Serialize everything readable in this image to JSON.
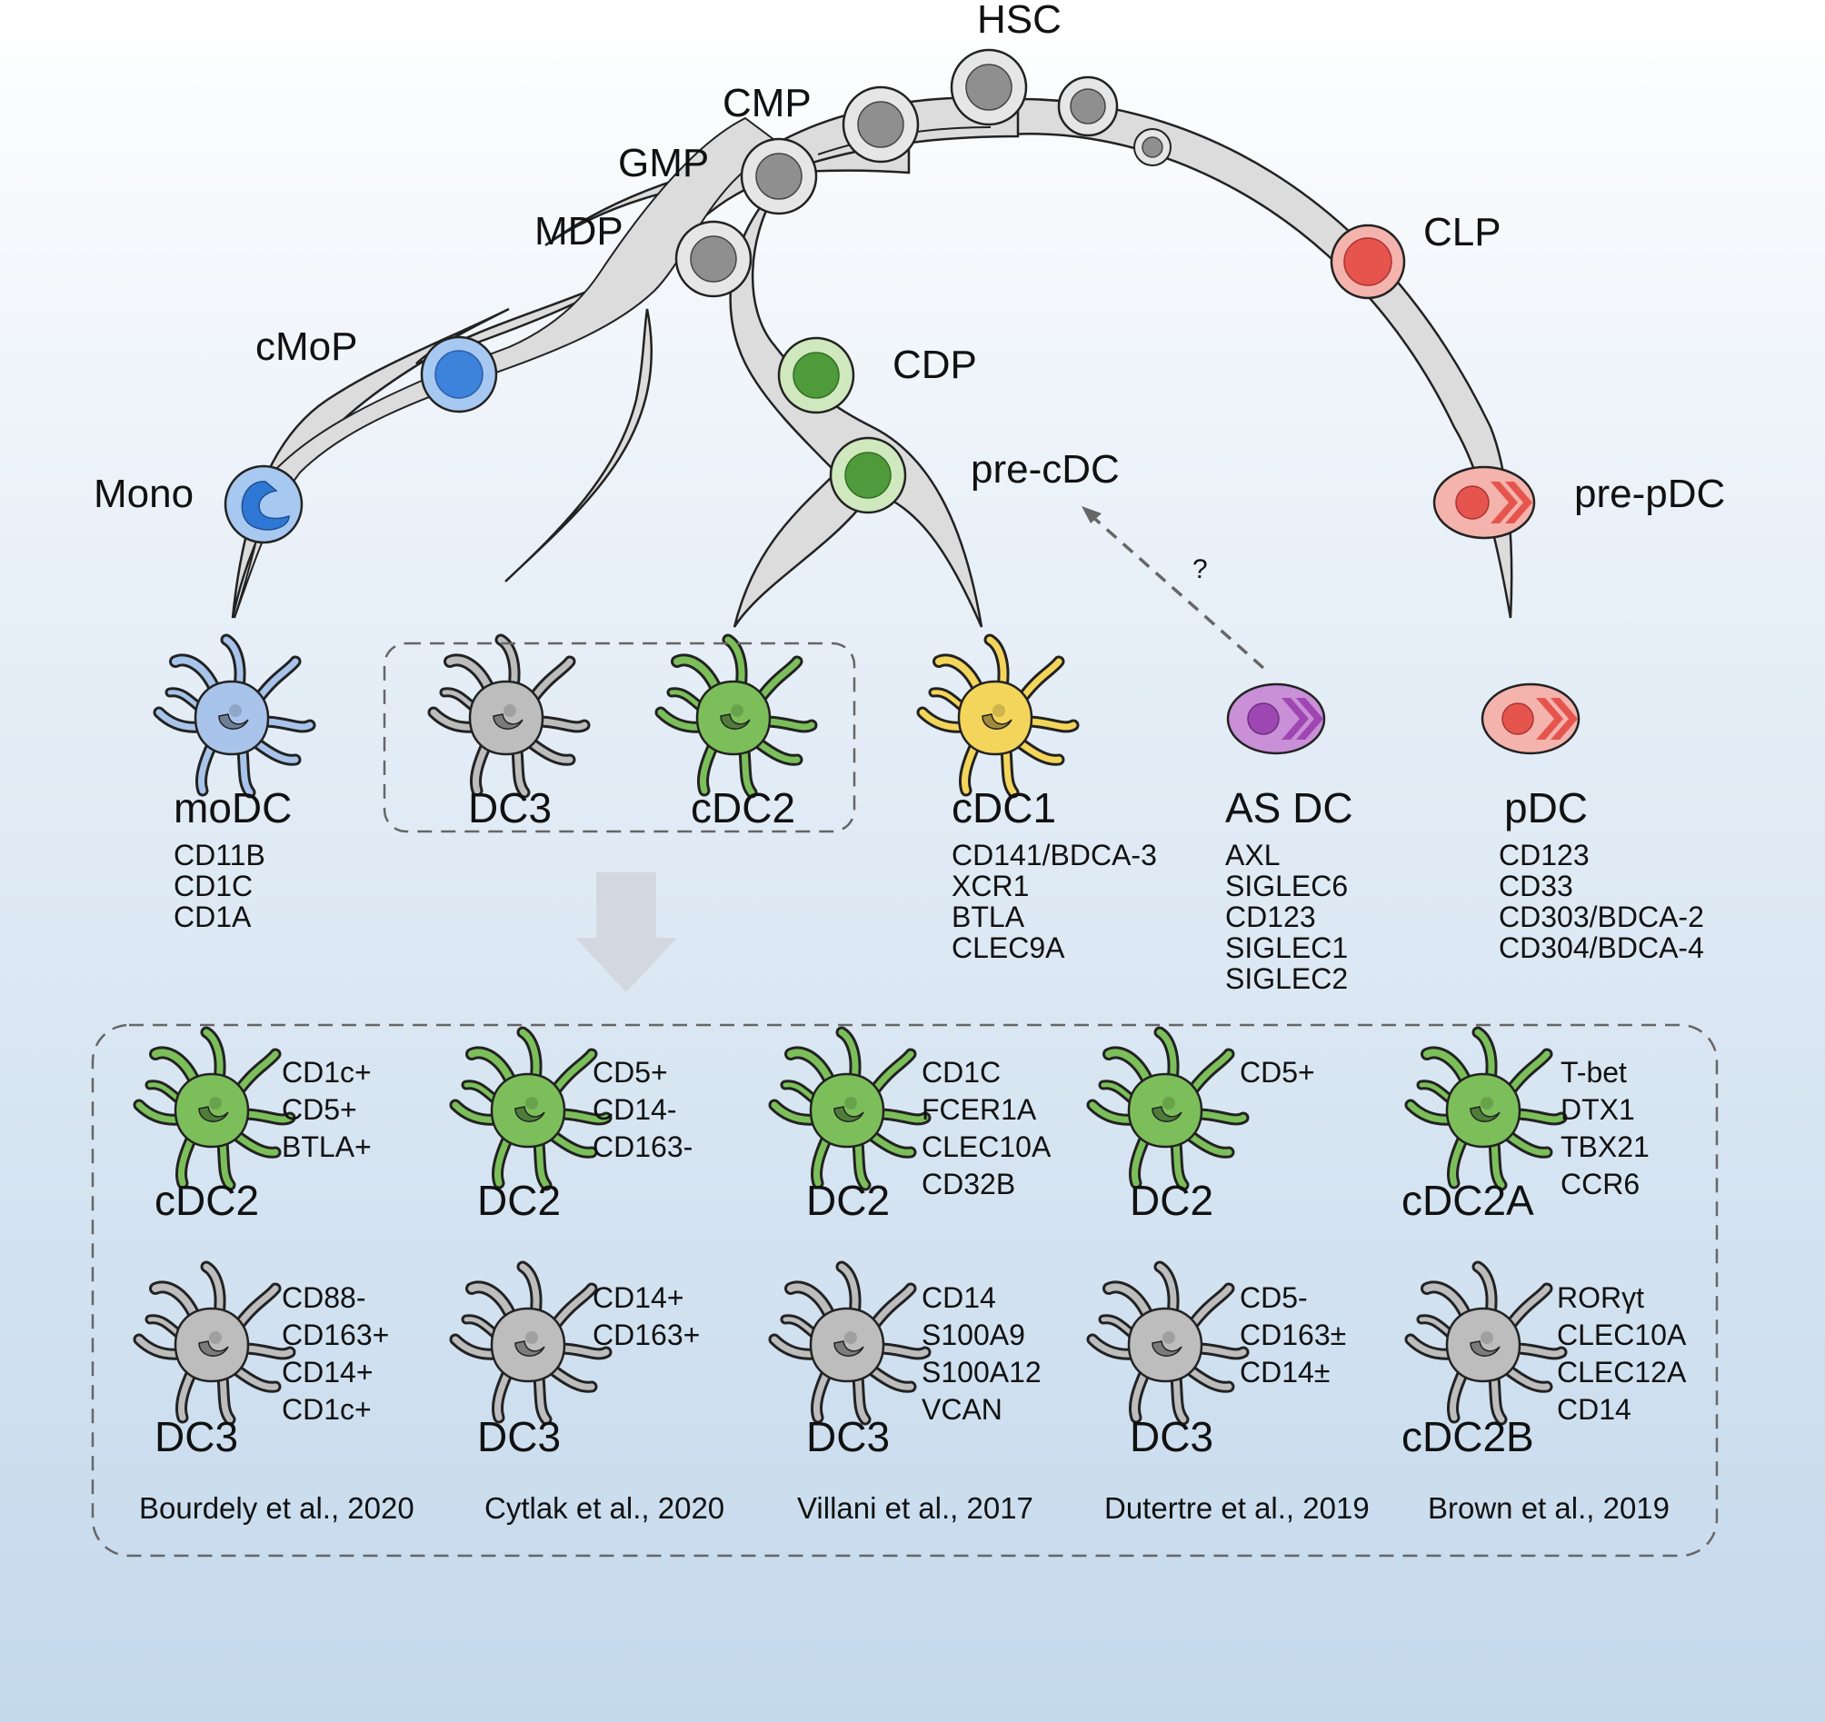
{
  "colors": {
    "tree_fill": "#dcdcdc",
    "progenitor_grey": "#9a9a9a",
    "mono_blue": "#5b93dd",
    "cdp_green": "#7cbf5a",
    "clp_red": "#e96a63",
    "asdc_purple": "#b866c8",
    "dc3_grey": "#bdbdbd",
    "cdc1_yellow": "#f4d55b",
    "modc_blue": "#a9c4ea",
    "arrow_grey": "#d3d8e0"
  },
  "tree": {
    "hsc": "HSC",
    "cmp": "CMP",
    "gmp": "GMP",
    "mdp": "MDP",
    "cmop": "cMoP",
    "mono": "Mono",
    "cdp": "CDP",
    "pre_cdc": "pre-cDC",
    "clp": "CLP",
    "pre_pdc": "pre-pDC",
    "question": "?"
  },
  "cells": [
    {
      "name": "moDC",
      "markers": "CD11B\nCD1C\nCD1A"
    },
    {
      "name": "DC3",
      "markers": ""
    },
    {
      "name": "cDC2",
      "markers": ""
    },
    {
      "name": "cDC1",
      "markers": "CD141/BDCA-3\nXCR1\nBTLA\nCLEC9A"
    },
    {
      "name": "AS DC",
      "markers": "AXL\nSIGLEC6\nCD123\nSIGLEC1\nSIGLEC2"
    },
    {
      "name": "pDC",
      "markers": "CD123\nCD33\nCD303/BDCA-2\nCD304/BDCA-4"
    }
  ],
  "studies": [
    {
      "citation": "Bourdely et al., 2020",
      "dc2": {
        "name": "cDC2",
        "markers": "CD1c+\nCD5+\nBTLA+"
      },
      "dc3": {
        "name": "DC3",
        "markers": "CD88-\nCD163+\nCD14+\nCD1c+"
      }
    },
    {
      "citation": "Cytlak et al., 2020",
      "dc2": {
        "name": "DC2",
        "markers": "CD5+\nCD14-\nCD163-"
      },
      "dc3": {
        "name": "DC3",
        "markers": "CD14+\nCD163+"
      }
    },
    {
      "citation": "Villani et al., 2017",
      "dc2": {
        "name": "DC2",
        "markers": "CD1C\nFCER1A\nCLEC10A\nCD32B"
      },
      "dc3": {
        "name": "DC3",
        "markers": "CD14\nS100A9\nS100A12\nVCAN"
      }
    },
    {
      "citation": "Dutertre et al., 2019",
      "dc2": {
        "name": "DC2",
        "markers": "CD5+"
      },
      "dc3": {
        "name": "DC3",
        "markers": "CD5-\nCD163±\nCD14±"
      }
    },
    {
      "citation": "Brown et al., 2019",
      "dc2": {
        "name": "cDC2A",
        "markers": "T-bet\nDTX1\nTBX21\nCCR6"
      },
      "dc3": {
        "name": "cDC2B",
        "markers": "RORγt\nCLEC10A\nCLEC12A\nCD14"
      }
    }
  ]
}
